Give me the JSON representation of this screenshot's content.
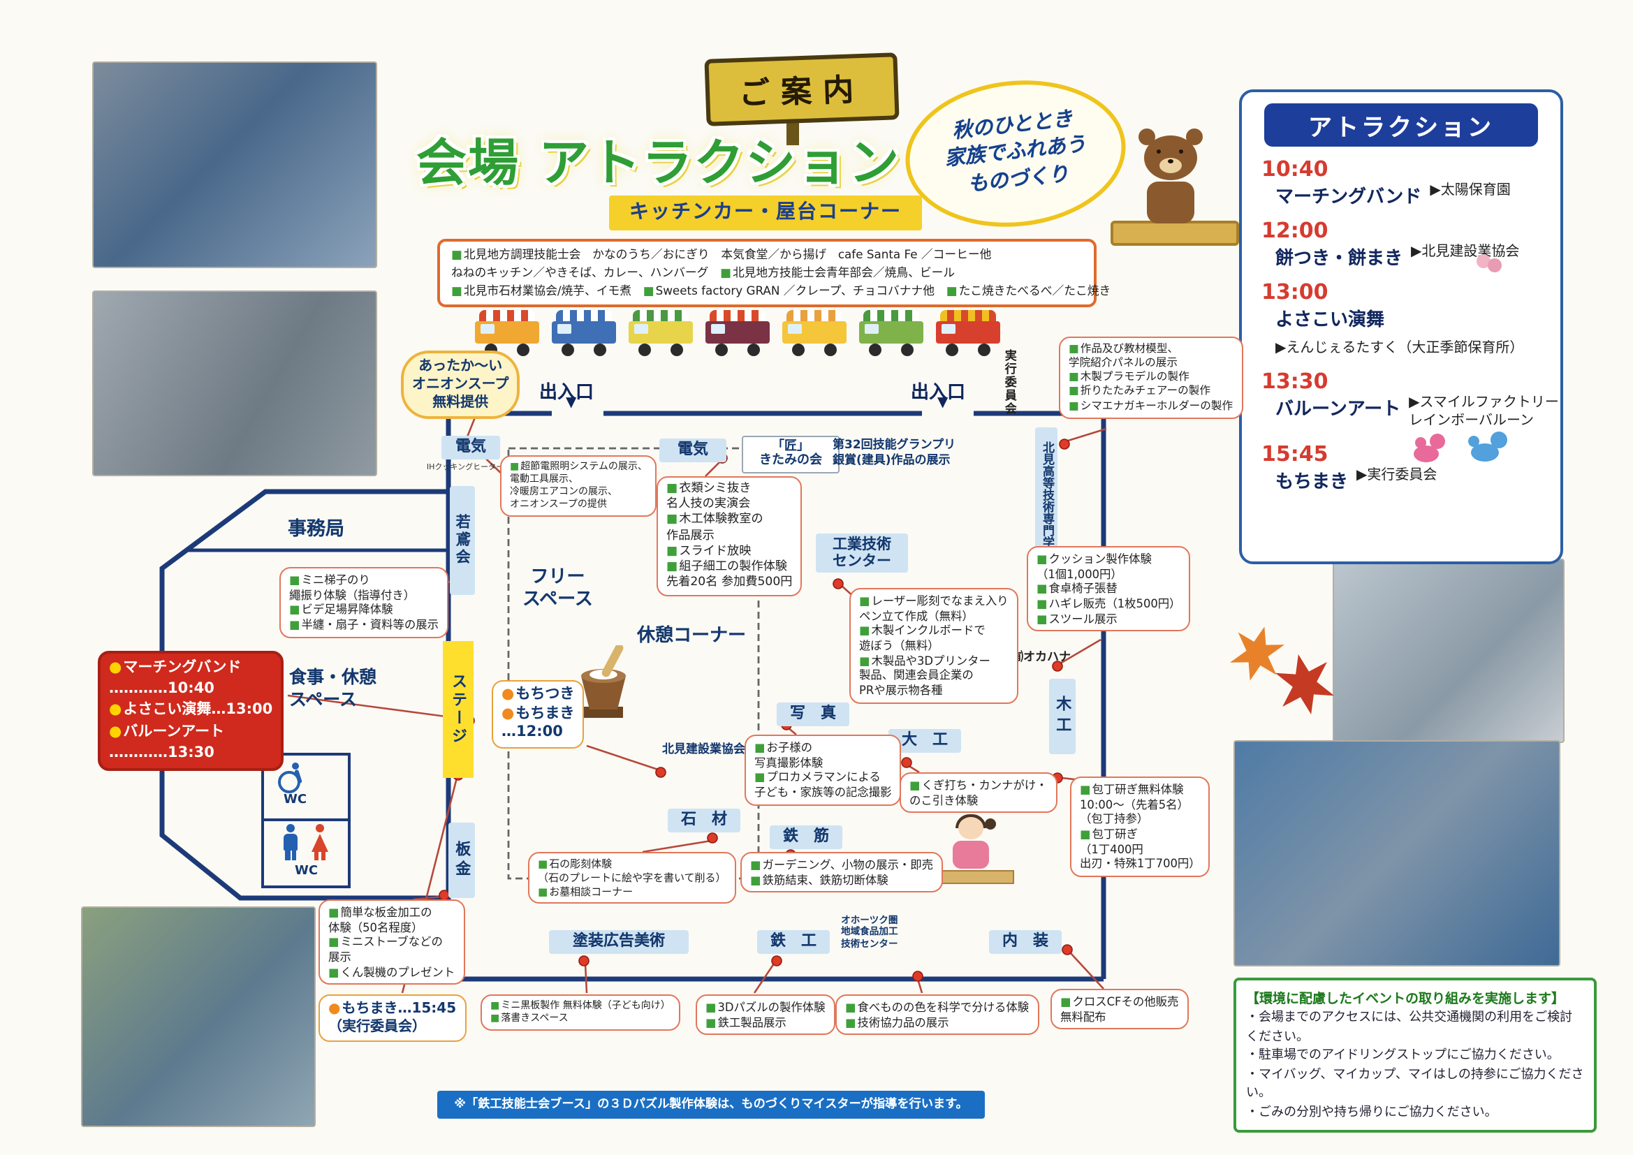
{
  "colors": {
    "title_green": "#2e9e35",
    "accent_red": "#d63b2f",
    "map_wall": "#1d3a78",
    "booth_blue": "#cfe3f2",
    "callout_border": "#e2765a",
    "stage_yellow": "#ffdf2e",
    "banner_yellow": "#f5d02a"
  },
  "header": {
    "sign": "ご案内",
    "title": "会場 アトラクション",
    "tagline": [
      "秋のひととき",
      "家族でふれあう",
      "ものづくり"
    ],
    "kitchen_banner": "キッチンカー・屋台コーナー",
    "vendors": [
      "■北見地方調理技能士会　かなのうち／おにぎり　本気食堂／から揚げ　cafe Santa Fe ／コーヒー他",
      "ねねのキッチン／やきそば、カレー、ハンバーグ　■北見地方技能士会青年部会／焼鳥、ビール",
      "■北見市石材業協会/焼芋、イモ煮　■Sweets factory GRAN ／クレープ、チョコバナナ他　■たこ焼きたべるべ／たこ焼き"
    ]
  },
  "attractions": {
    "title": "アトラクション",
    "items": [
      {
        "time": "10:40",
        "name": "マーチングバンド",
        "details": [
          "▶太陽保育園"
        ]
      },
      {
        "time": "12:00",
        "name": "餅つき・餅まき",
        "details": [
          "▶北見建設業協会"
        ]
      },
      {
        "time": "13:00",
        "name": "よさこい演舞",
        "details": [
          "▶えんじぇるたすく（大正季節保育所）"
        ]
      },
      {
        "time": "13:30",
        "name": "バルーンアート",
        "details": [
          "▶スマイルファクトリー",
          "レインボーバルーン"
        ]
      },
      {
        "time": "15:45",
        "name": "もちまき",
        "details": [
          "▶実行委員会"
        ]
      }
    ]
  },
  "map": {
    "entrance": "出入口",
    "arrow": "▼",
    "labels": {
      "denki_left": "電気",
      "ih_note": "IHクッキングヒーター",
      "wakatobi": "若鳶会",
      "denki_top": "電気",
      "takumi": [
        "「匠」",
        "きたみの会"
      ],
      "grandprix": [
        "第32回技能グランプリ",
        "銀賞(建具)作品の展示"
      ],
      "jikko": "実行委員会",
      "college": "北見高等技術専門学院",
      "free_space": [
        "フリー",
        "スペース"
      ],
      "rest": "休憩コーナー",
      "kogyo": [
        "工業技術",
        "センター"
      ],
      "shashin": "写　真",
      "daiku": "大　工",
      "mokko": "木工",
      "okahana": "㈲オカハナ",
      "kensetsu": "北見建設業協会",
      "sekizai": "石　材",
      "tekkin": "鉄　筋",
      "bankin": "板金",
      "toso": "塗装広告美術",
      "tekko": "鉄　工",
      "okhotsk": [
        "オホーツク圏",
        "地域食品加工",
        "技術センター"
      ],
      "naiso": "内　装",
      "jimukyoku": "事務局",
      "shokuji": [
        "食事・休憩",
        "スペース"
      ],
      "stage": "ステージ",
      "wc": "WC"
    },
    "callouts": {
      "onion": [
        "あったか〜い",
        "オニオンスープ",
        "無料提供"
      ],
      "setsuden": [
        "■超節電照明システムの展示、",
        "電動工具展示、",
        "冷暖房エアコンの展示、",
        "オニオンスープの提供"
      ],
      "kitami": [
        "■衣類シミ抜き",
        "名人技の実演会",
        "■木工体験教室の",
        "作品展示",
        "■スライド放映",
        "■組子細工の製作体験",
        "先着20名 参加費500円"
      ],
      "gakuin": [
        "■作品及び教材模型、",
        "学院紹介パネルの展示",
        "■木製プラモデルの製作",
        "■折りたたみチェアーの製作",
        "■シマエナガキーホルダーの製作"
      ],
      "kogyo": [
        "■レーザー彫刻でなまえ入り",
        "ペン立て作成（無料）",
        "■木製インクルボードで",
        "遊ぼう（無料）",
        "■木製品や3Dプリンター",
        "製品、関連会員企業の",
        "PRや展示物各種"
      ],
      "cushion": [
        "■クッション製作体験",
        "（1個1,000円）",
        "■食卓椅子張替",
        "■ハギレ販売（1枚500円）",
        "■スツール展示"
      ],
      "jimukyoku": [
        "■ミニ梯子のり",
        "繩振り体験（指導付き）",
        "■ビデ足場昇降体験",
        "■半纏・扇子・資料等の展示"
      ],
      "schedule": [
        "●マーチングバンド",
        "…………10:40",
        "●よさこい演舞…13:00",
        "●バルーンアート",
        "…………13:30"
      ],
      "mochitsuki": [
        "●もちつき",
        "●もちまき",
        "…12:00"
      ],
      "shashin": [
        "■お子様の",
        "写真撮影体験",
        "■プロカメラマンによる",
        "子ども・家族等の記念撮影"
      ],
      "daiku": [
        "■くぎ打ち・カンナがけ・",
        "のこ引き体験"
      ],
      "hocho": [
        "■包丁研ぎ無料体験",
        "10:00〜（先着5名）",
        "（包丁持参）",
        "■包丁研ぎ",
        "（1丁400円",
        "出刃・特殊1丁700円）"
      ],
      "sekizai": [
        "■石の彫刻体験",
        "（石のプレートに絵や字を書いて削る）",
        "■お墓相談コーナー"
      ],
      "tekkin": [
        "■ガーデニング、小物の展示・即売",
        "■鉄筋結束、鉄筋切断体験"
      ],
      "bankin": [
        "■簡単な板金加工の",
        "体験（50名程度）",
        "■ミニストーブなどの",
        "展示",
        "■くん製機のプレゼント"
      ],
      "mochimaki": [
        "●もちまき…15:45",
        "（実行委員会）"
      ],
      "kokuban": [
        "■ミニ黒板製作 無料体験（子ども向け）",
        "■落書きスペース"
      ],
      "puzzle": [
        "■3Dパズルの製作体験",
        "■鉄工製品展示"
      ],
      "tabemono": [
        "■食べものの色を科学で分ける体験",
        "■技術協力品の展示"
      ],
      "cross": [
        "■クロスCFその他販売",
        "無料配布"
      ]
    },
    "footnote": "※「鉄工技能士会ブース」の３Ｄパズル製作体験は、ものづくりマイスターが指導を行います。"
  },
  "eco": {
    "title": "【環境に配慮したイベントの取り組みを実施します】",
    "items": [
      "・会場までのアクセスには、公共交通機関の利用をご検討ください。",
      "・駐車場でのアイドリングストップにご協力ください。",
      "・マイバッグ、マイカップ、マイはしの持参にご協力ください。",
      "・ごみの分別や持ち帰りにご協力ください。"
    ]
  }
}
